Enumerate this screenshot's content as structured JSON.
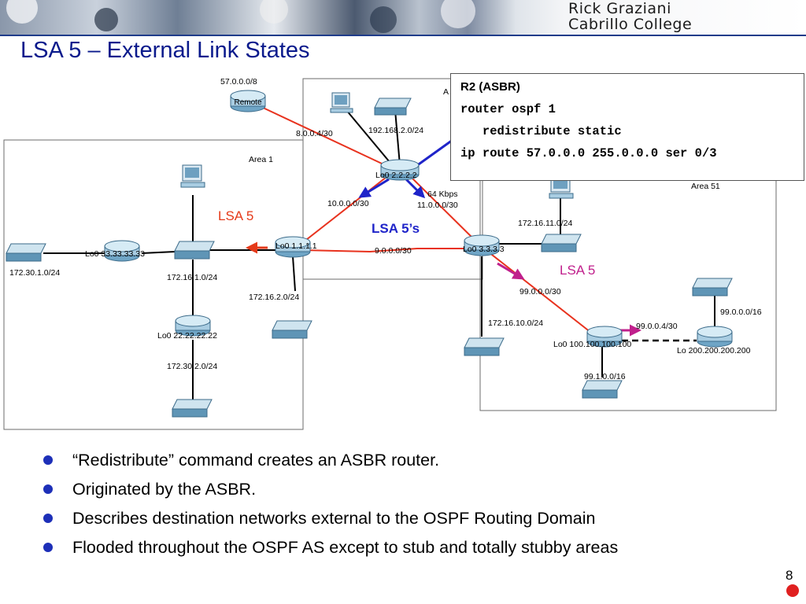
{
  "header": {
    "author_line1": "Rick Graziani",
    "author_line2": "Cabrillo College"
  },
  "slide": {
    "title": "LSA 5 – External Link States",
    "page_number": "8"
  },
  "code_box": {
    "header": "R2 (ASBR)",
    "lines": [
      "router ospf 1",
      "   redistribute static",
      "ip route 57.0.0.0 255.0.0.0 ser 0/3"
    ]
  },
  "diagram": {
    "areas": {
      "area1": "Area 1",
      "area0": "A",
      "area51": "Area 51"
    },
    "routers": {
      "remote": "Remote",
      "r2": "Lo0 2.2.2.2",
      "r1": "Lo0 1.1.1.1",
      "r3": "Lo0 3.3.3.3",
      "r33": "Lo0 33.33.33.33",
      "r22": "Lo0 22.22.22.22",
      "r100": "Lo0 100.100.100.100",
      "r200": "Lo 200.200.200.200"
    },
    "networks": {
      "n57": "57.0.0.0/8",
      "n8004": "8.0.0.4/30",
      "n192": "192.168.2.0/24",
      "n10": "10.0.0.0/30",
      "n11": "11.0.0.0/30",
      "n64k": "64 Kbps",
      "n9": "9.0.0.0/30",
      "n17211": "172.16.11.0/24",
      "n17230_1": "172.30.1.0/24",
      "n17216_1": "172.16.1.0/24",
      "n17216_2": "172.16.2.0/24",
      "n17230_2": "172.30.2.0/24",
      "n99_30": "99.0.0.0/30",
      "n17216_10": "172.16.10.0/24",
      "n99_4": "99.0.0.4/30",
      "n99_16": "99.0.0.0/16",
      "n99_1": "99.1.0.0/16"
    },
    "lsa_labels": {
      "left": "LSA 5",
      "center": "LSA 5’s",
      "right": "LSA 5"
    }
  },
  "bullets": [
    "“Redistribute” command creates an ASBR router.",
    "Originated by the ASBR.",
    "Describes destination networks external to the OSPF Routing Domain",
    "Flooded throughout the OSPF AS except to stub and totally stubby areas"
  ],
  "colors": {
    "title": "#0a1a8c",
    "lsa_red": "#e53a1a",
    "lsa_blue": "#1f24c9",
    "lsa_magenta": "#c0208c",
    "link_red": "#e8321e",
    "bullet": "#1d2fb8"
  }
}
